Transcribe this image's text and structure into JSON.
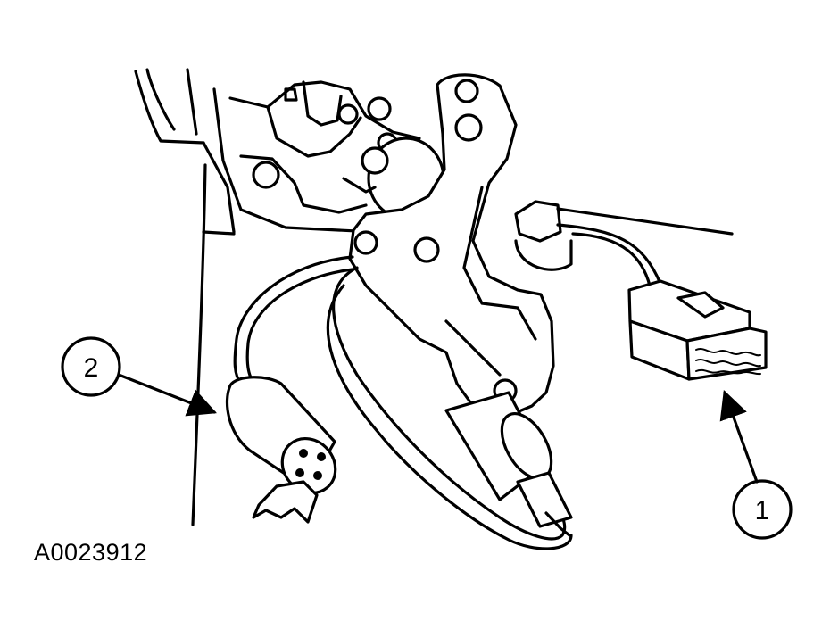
{
  "figure_id": "A0023912",
  "callouts": [
    {
      "number": "1",
      "target": "electrical-connector"
    },
    {
      "number": "2",
      "target": "switch-sensor"
    }
  ]
}
